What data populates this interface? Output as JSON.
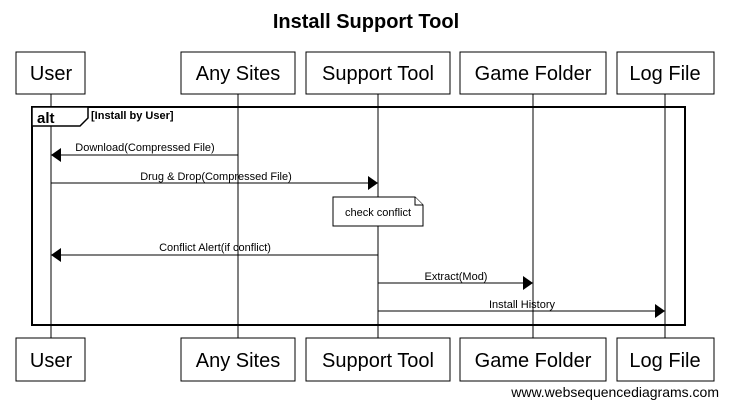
{
  "diagram": {
    "title": "Install Support Tool",
    "actors": [
      {
        "name": "User"
      },
      {
        "name": "Any Sites"
      },
      {
        "name": "Support Tool"
      },
      {
        "name": "Game Folder"
      },
      {
        "name": "Log File"
      }
    ],
    "fragment": {
      "keyword": "alt",
      "condition": "[Install by User]"
    },
    "messages": [
      {
        "from": "Any Sites",
        "to": "User",
        "label": "Download(Compressed File)"
      },
      {
        "from": "User",
        "to": "Support Tool",
        "label": "Drug & Drop(Compressed File)"
      },
      {
        "from": "Support Tool",
        "to": "User",
        "label": "Conflict Alert(if conflict)"
      },
      {
        "from": "Support Tool",
        "to": "Game Folder",
        "label": "Extract(Mod)"
      },
      {
        "from": "Support Tool",
        "to": "Log File",
        "label": "Install History"
      }
    ],
    "note": {
      "over": "Support Tool",
      "text": "check conflict"
    },
    "watermark": "www.websequencediagrams.com"
  }
}
